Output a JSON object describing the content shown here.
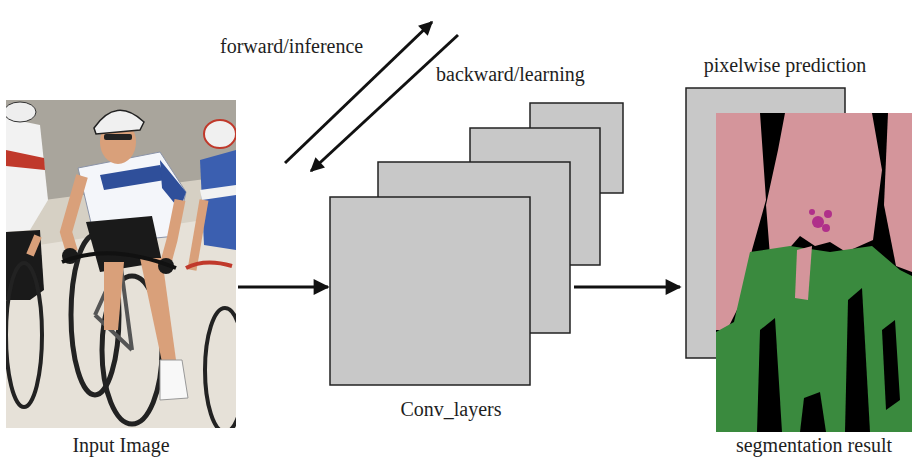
{
  "diagram": {
    "nodes": [
      {
        "text": [
          "Input Image"
        ]
      },
      {
        "text": [
          "Conv_layers"
        ]
      },
      {
        "text": [
          "pixelwise prediction"
        ]
      },
      {
        "text": [
          "segmentation result"
        ]
      }
    ],
    "edges": [
      {
        "from": 0,
        "to": 1,
        "arrow": "to"
      },
      {
        "from": 1,
        "to": 2,
        "arrow": "to"
      }
    ],
    "labels": [
      "forward/inference",
      "backward/learning"
    ]
  }
}
